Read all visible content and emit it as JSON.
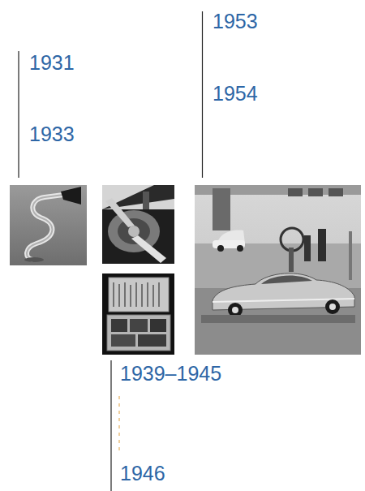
{
  "diagram": {
    "labels": [
      "1931",
      "1933",
      "1953",
      "1954",
      "1939–1945",
      "1946"
    ]
  }
}
